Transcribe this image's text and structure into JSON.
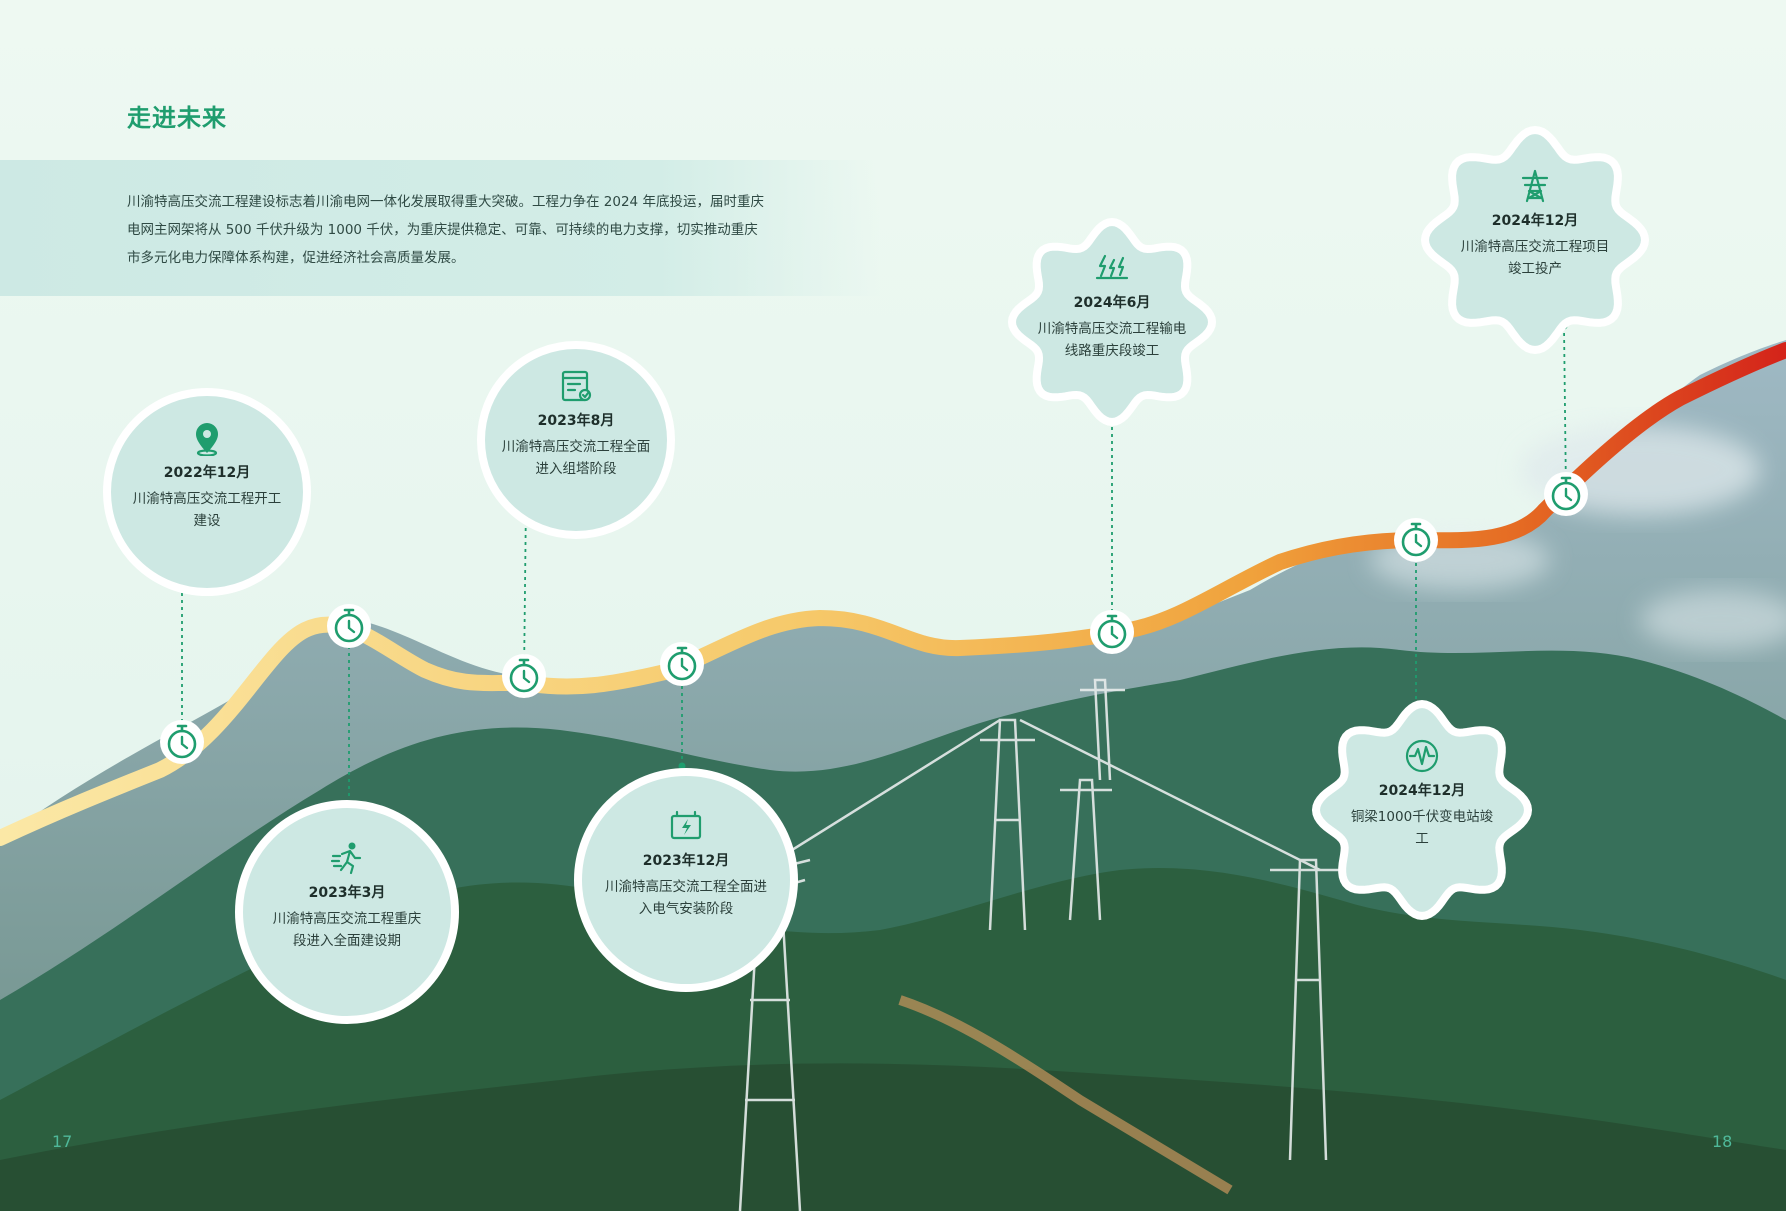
{
  "page": {
    "title": "走进未来",
    "intro": "川渝特高压交流工程建设标志着川渝电网一体化发展取得重大突破。工程力争在 2024 年底投运，届时重庆电网主网架将从 500 千伏升级为 1000 千伏，为重庆提供稳定、可靠、可持续的电力支撑，切实推动重庆市多元化电力保障体系构建，促进经济社会高质量发展。",
    "page_left": "17",
    "page_right": "18"
  },
  "colors": {
    "accent": "#1f9d6e",
    "bubble_fill": "#cde8e3",
    "line_start": "#fbe9a5",
    "line_mid": "#f4b446",
    "line_end": "#d6281b"
  },
  "milestones": [
    {
      "date": "2022年12月",
      "desc": "川渝特高压交流工程开工建设",
      "icon": "location-pin-icon"
    },
    {
      "date": "2023年3月",
      "desc": "川渝特高压交流工程重庆段进入全面建设期",
      "icon": "running-person-icon"
    },
    {
      "date": "2023年8月",
      "desc": "川渝特高压交流工程全面进入组塔阶段",
      "icon": "document-check-icon"
    },
    {
      "date": "2023年12月",
      "desc": "川渝特高压交流工程全面进入电气安装阶段",
      "icon": "battery-bolt-icon"
    },
    {
      "date": "2024年6月",
      "desc": "川渝特高压交流工程输电线路重庆段竣工",
      "icon": "power-transfer-icon"
    },
    {
      "date": "2024年12月",
      "desc": "铜梁1000千伏变电站竣工",
      "icon": "waveform-icon"
    },
    {
      "date": "2024年12月",
      "desc": "川渝特高压交流工程项目竣工投产",
      "icon": "transmission-tower-icon"
    }
  ]
}
